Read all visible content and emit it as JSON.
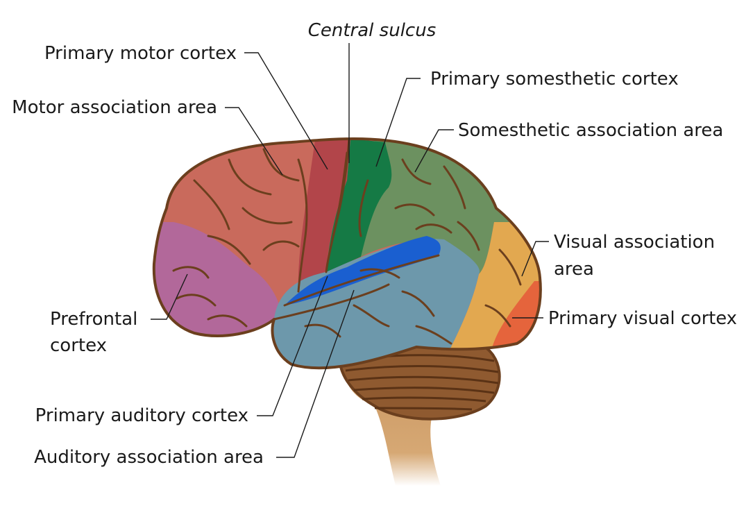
{
  "labels": {
    "central_sulcus": "Central sulcus",
    "primary_motor_cortex": "Primary motor cortex",
    "primary_somesthetic_cortex": "Primary somesthetic cortex",
    "motor_association_area": "Motor association area",
    "somesthetic_association_area": "Somesthetic association area",
    "visual_association_area_line1": "Visual association",
    "visual_association_area_line2": "area",
    "prefrontal_cortex_line1": "Prefrontal",
    "prefrontal_cortex_line2": "cortex",
    "primary_visual_cortex": "Primary visual cortex",
    "primary_auditory_cortex": "Primary auditory cortex",
    "auditory_association_area": "Auditory association area"
  },
  "colors": {
    "motor_association": "#c96a5c",
    "primary_motor": "#b2454a",
    "primary_somesthetic": "#157a45",
    "somesthetic_association": "#6c9160",
    "visual_association": "#e2a850",
    "primary_visual": "#e5643c",
    "prefrontal": "#b2689a",
    "auditory_association": "#6d98ab",
    "primary_auditory": "#1a5fd0",
    "cerebellum": "#8f5a30",
    "brainstem": "#c9955f",
    "outline": "#6b3f1e"
  }
}
